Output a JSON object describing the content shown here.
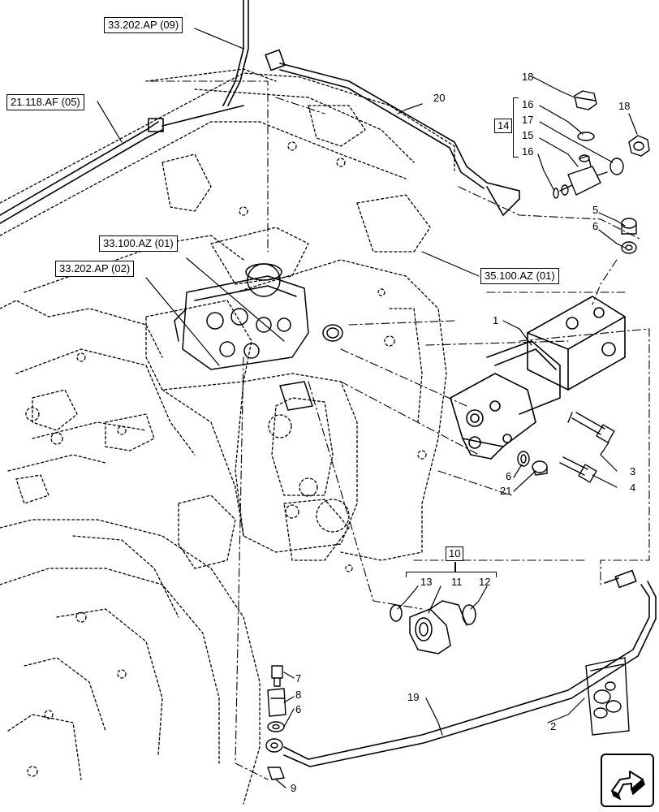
{
  "references": [
    {
      "id": "ref-33-202-ap-09",
      "label": "33.202.AP (09)"
    },
    {
      "id": "ref-21-118-af-05",
      "label": "21.118.AF (05)"
    },
    {
      "id": "ref-33-100-az-01",
      "label": "33.100.AZ (01)"
    },
    {
      "id": "ref-33-202-ap-02",
      "label": "33.202.AP (02)"
    },
    {
      "id": "ref-35-100-az-01",
      "label": "35.100.AZ (01)"
    }
  ],
  "callouts": [
    "1",
    "2",
    "3",
    "4",
    "5",
    "6",
    "6",
    "6",
    "7",
    "8",
    "9",
    "11",
    "12",
    "13",
    "15",
    "16",
    "16",
    "17",
    "18",
    "18",
    "19",
    "20",
    "21"
  ],
  "group_labels": [
    "14",
    "10"
  ],
  "nav_icon": "next-page-arrow-icon",
  "colors": {
    "line": "#000000",
    "background": "#ffffff"
  }
}
